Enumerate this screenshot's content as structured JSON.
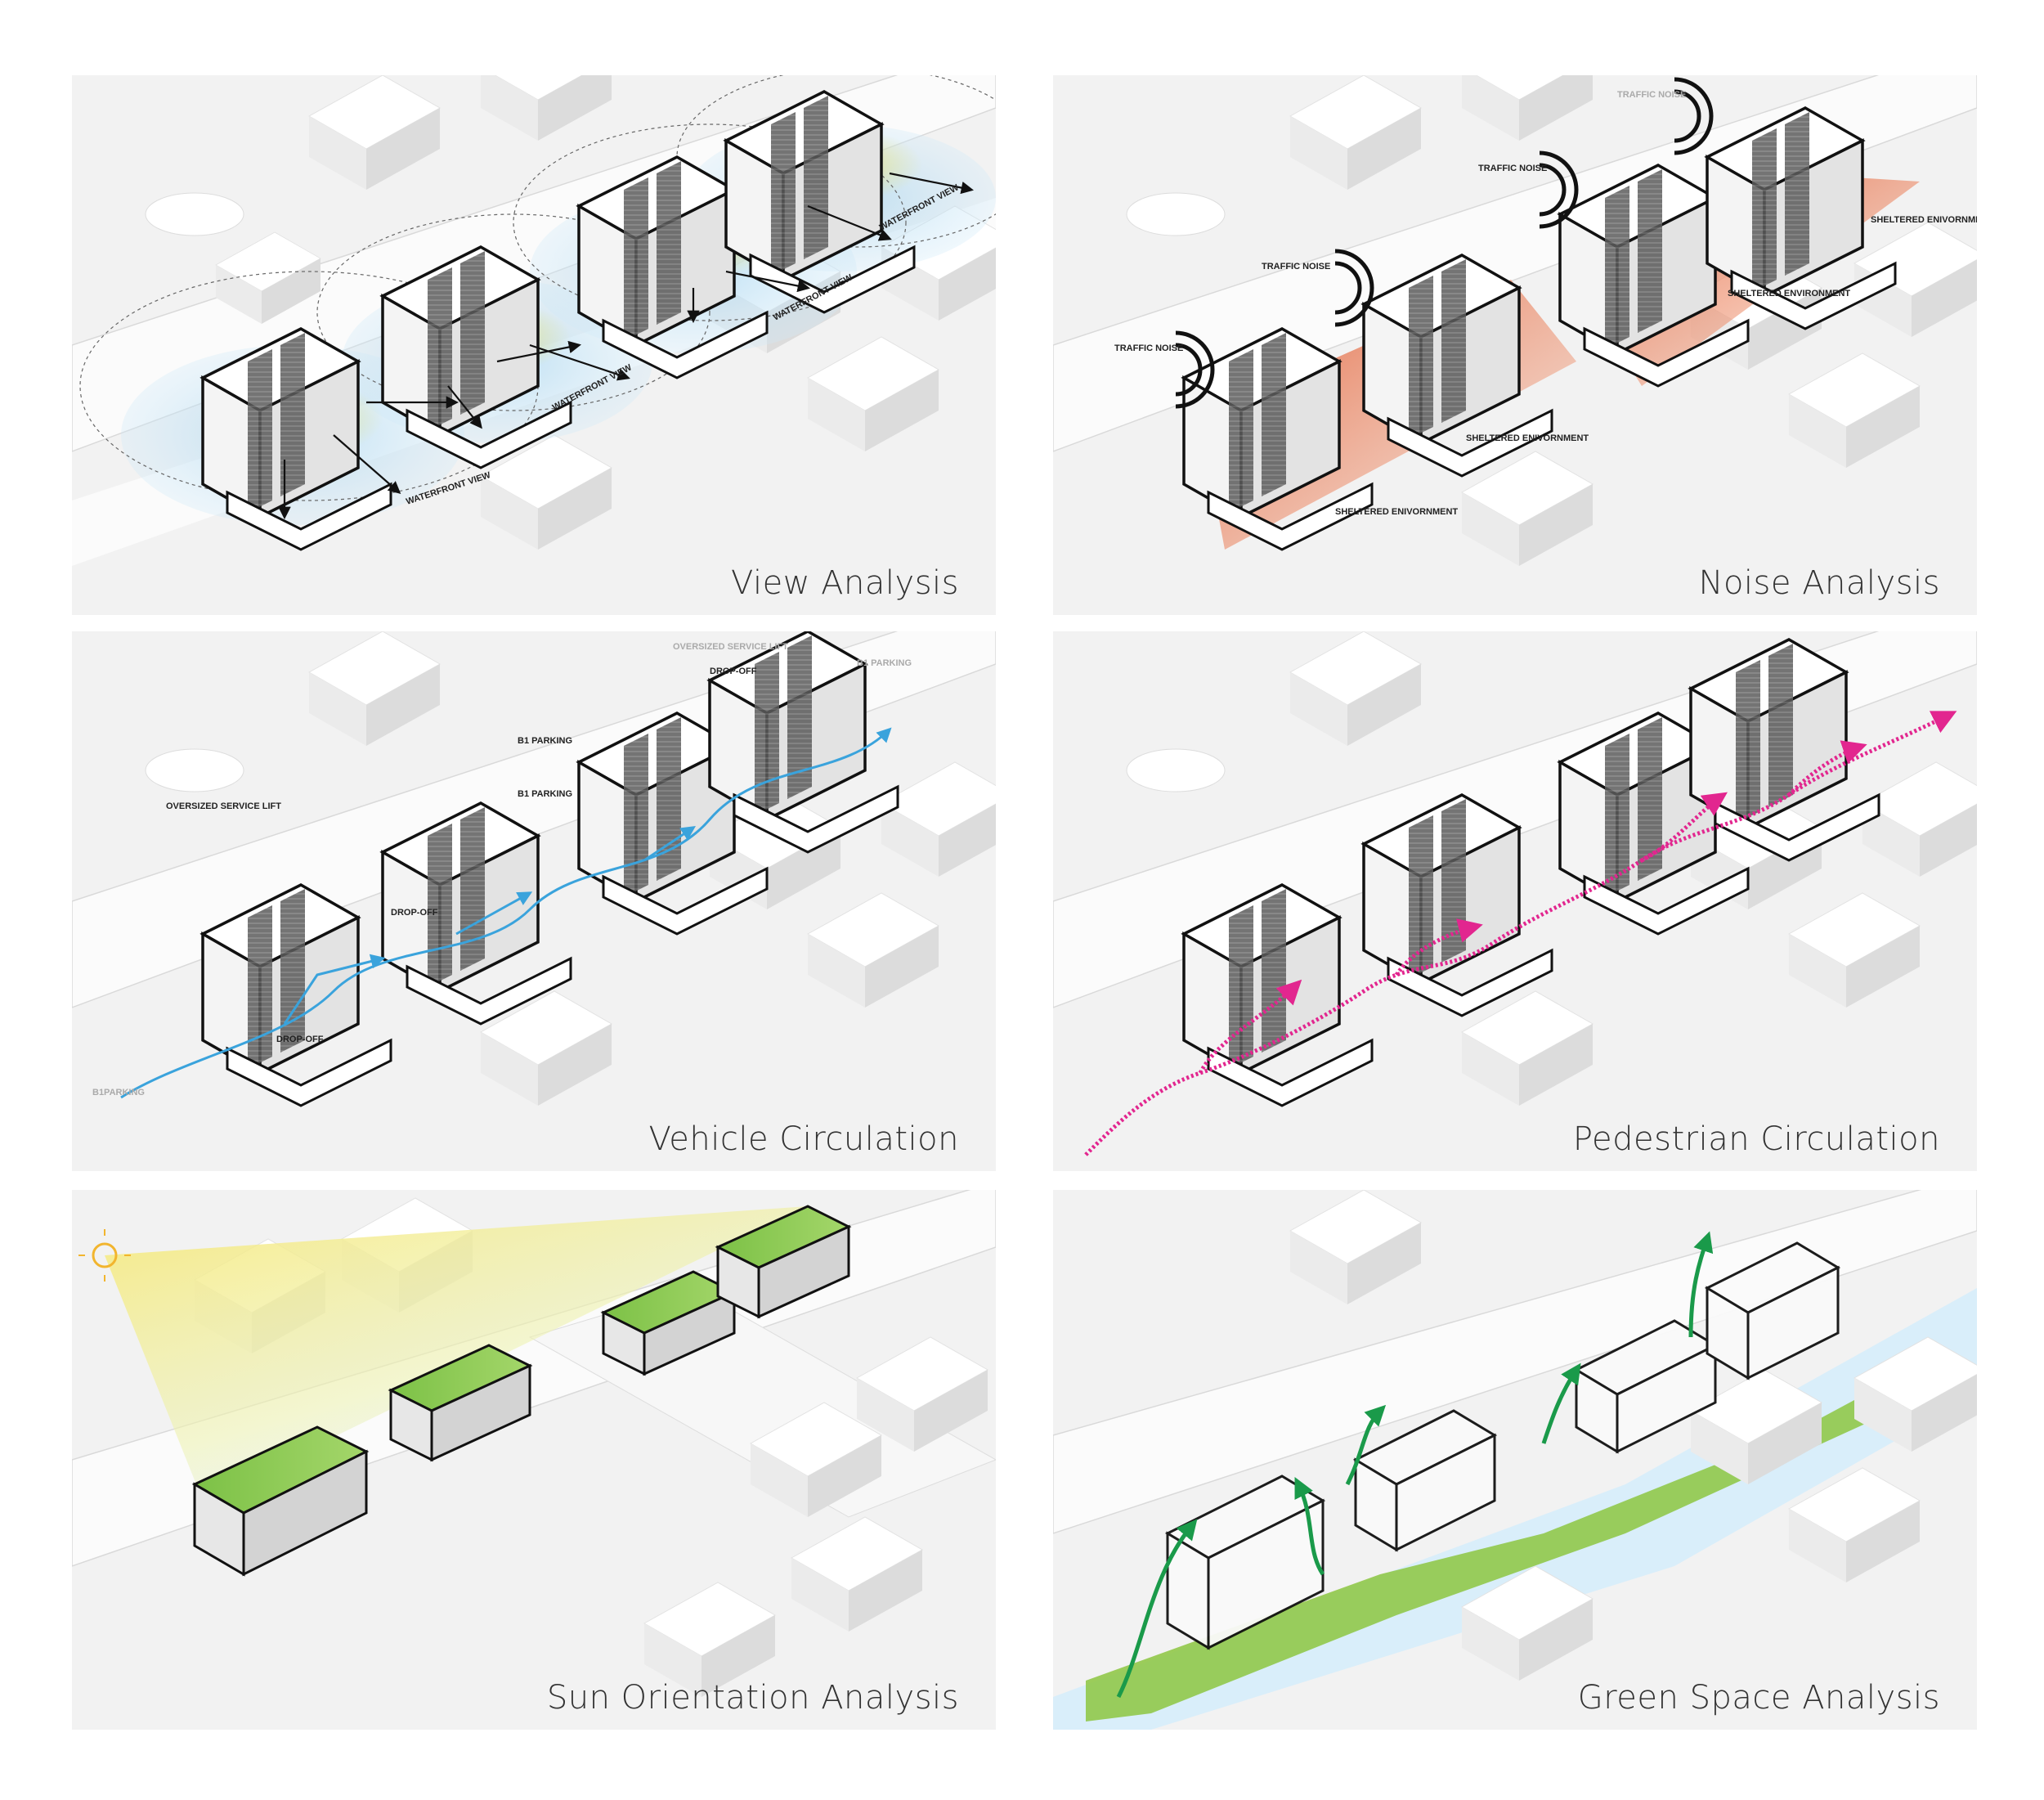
{
  "panels": [
    {
      "title": "View Analysis",
      "labels": [
        "WATERFRONT VIEW",
        "WATERFRONT VIEW",
        "WATERFRONT VIEW",
        "WATERFRONT VIEW"
      ]
    },
    {
      "title": "Noise Analysis",
      "labels": [
        "TRAFFIC NOISE",
        "TRAFFIC NOISE",
        "TRAFFIC NOISE",
        "TRAFFIC NOISE",
        "SHELTERED ENIVORNMENT",
        "SHELTERED ENVIRONMENT",
        "SHELTERED ENIVORNMENT",
        "SHELTERED ENIVORNMENT"
      ]
    },
    {
      "title": "Vehicle Circulation",
      "labels": [
        "OVERSIZED SERVICE LIFT",
        "B1 PARKING",
        "DROP-OFF",
        "B1 PARKING",
        "B1 PARKING",
        "DROP-OFF",
        "DROP-OFF",
        "B1PARKING",
        "OVERSIZED SERVICE LIFT"
      ]
    },
    {
      "title": "Pedestrian  Circulation"
    },
    {
      "title": "Sun Orientation Analysis"
    },
    {
      "title": "Green Space Analysis"
    }
  ],
  "colors": {
    "view_blue": "#bfe0f2",
    "view_yellow": "#e6e89a",
    "noise_orange": "#ee7a4f",
    "vehicle_blue": "#3aa3dc",
    "pedestrian_pink": "#e2268f",
    "sun_yellow": "#f6ea7a",
    "green_roof": "#8cc63f",
    "green_arrow": "#1a9a4a",
    "water": "#d9eefa"
  }
}
